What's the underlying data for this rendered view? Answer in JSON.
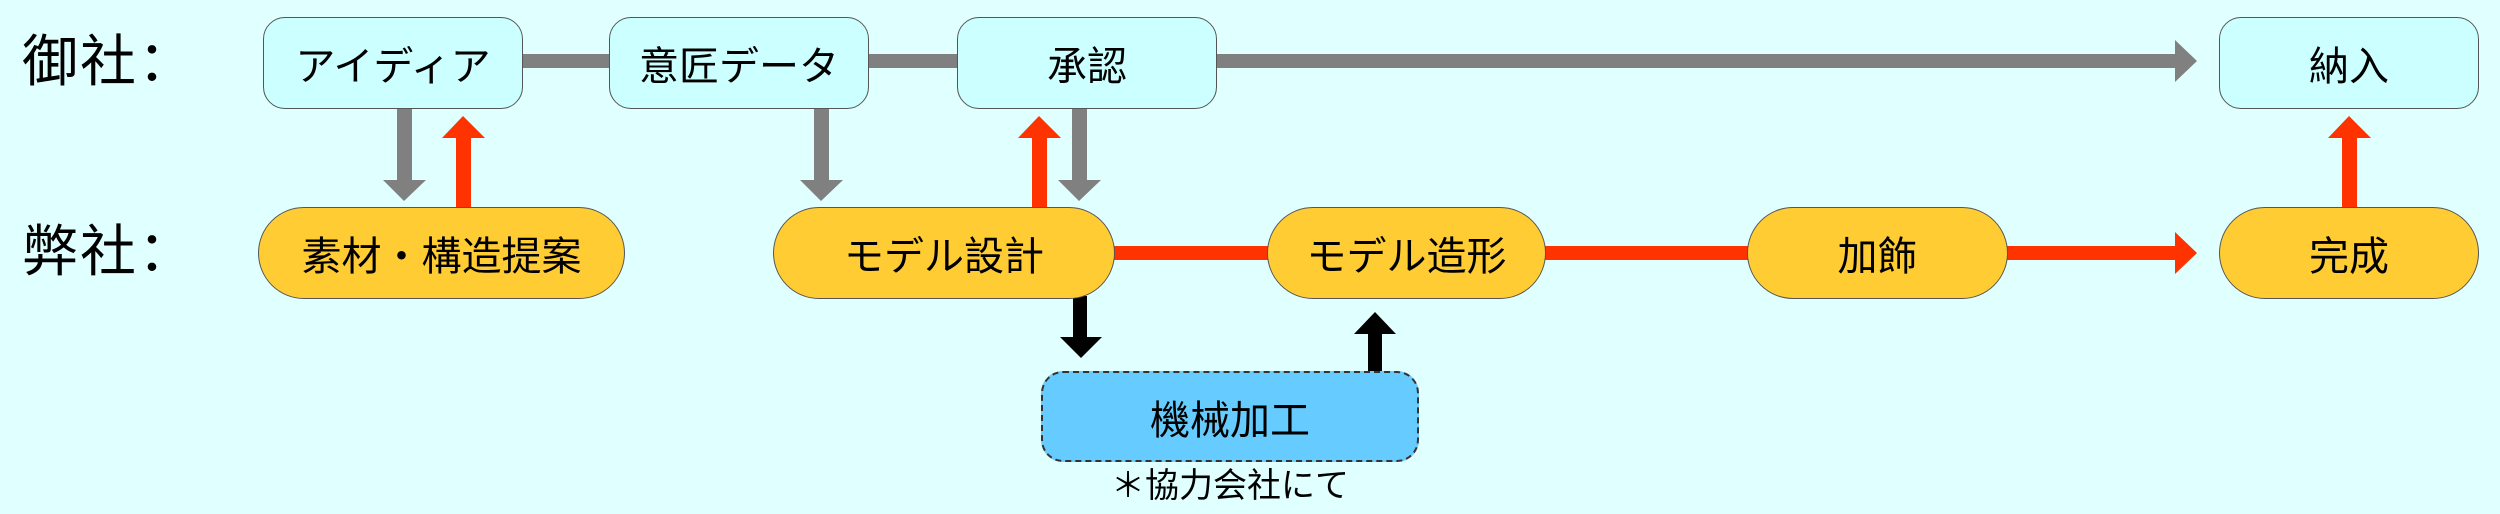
{
  "rows": {
    "client_label": "御社：",
    "company_label": "弊社："
  },
  "client_nodes": [
    {
      "id": "idea",
      "label": "アイディア"
    },
    {
      "id": "design-data",
      "label": "意匠データ"
    },
    {
      "id": "approval",
      "label": "承認"
    },
    {
      "id": "delivery",
      "label": "納入"
    }
  ],
  "company_nodes": [
    {
      "id": "material-proposal",
      "label": "素材・構造提案"
    },
    {
      "id": "model-design",
      "label": "モデル設計"
    },
    {
      "id": "model-build",
      "label": "モデル造形"
    },
    {
      "id": "decoration",
      "label": "加飾"
    },
    {
      "id": "completion",
      "label": "完成"
    }
  ],
  "partner_node": {
    "id": "machining",
    "label": "機械加工",
    "note": "＊協力会社にて"
  },
  "colors": {
    "background": "#e0ffff",
    "client_fill": "#ccffff",
    "company_fill": "#ffcc33",
    "partner_fill": "#66ccff",
    "client_flow": "#808080",
    "company_flow": "#ff3300",
    "partner_flow": "#000000"
  },
  "edges": [
    {
      "from": "idea",
      "to": "design-data",
      "kind": "client",
      "arrowhead": false
    },
    {
      "from": "design-data",
      "to": "approval",
      "kind": "client",
      "arrowhead": false
    },
    {
      "from": "approval",
      "to": "delivery",
      "kind": "client",
      "arrowhead": true
    },
    {
      "from": "idea",
      "to": "material-proposal",
      "kind": "client",
      "arrowhead": true
    },
    {
      "from": "material-proposal",
      "to": "idea",
      "kind": "company",
      "arrowhead": true
    },
    {
      "from": "design-data",
      "to": "model-design",
      "kind": "client",
      "arrowhead": true
    },
    {
      "from": "model-design",
      "to": "approval",
      "kind": "company",
      "arrowhead": true
    },
    {
      "from": "approval",
      "to": "model-design",
      "kind": "client",
      "arrowhead": true
    },
    {
      "from": "model-design",
      "to": "model-build",
      "kind": "company",
      "arrowhead": false
    },
    {
      "from": "model-build",
      "to": "decoration",
      "kind": "company",
      "arrowhead": false
    },
    {
      "from": "decoration",
      "to": "completion",
      "kind": "company",
      "arrowhead": true
    },
    {
      "from": "completion",
      "to": "delivery",
      "kind": "company",
      "arrowhead": true
    },
    {
      "from": "model-design",
      "to": "machining",
      "kind": "partner",
      "arrowhead": true
    },
    {
      "from": "machining",
      "to": "model-build",
      "kind": "partner",
      "arrowhead": true
    }
  ]
}
